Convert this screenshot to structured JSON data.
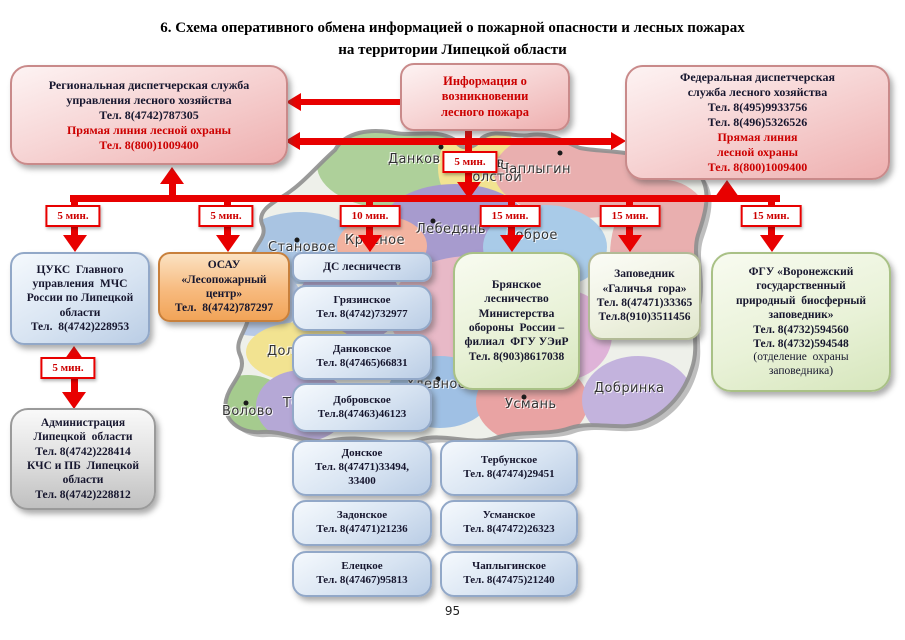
{
  "title": {
    "line1": "6. Схема оперативного обмена информацией о пожарной опасности и лесных пожарах",
    "line2": "на территории Липецкой области"
  },
  "page_number": "95",
  "colors": {
    "arrow_red": "#e80000",
    "timing_text_red": "#cc0000",
    "box_text_dark": "#16162e"
  },
  "nodes": {
    "regional": {
      "black": "Региональная диспетчерская служба\nуправления лесного хозяйства\nТел. 8(4742)787305",
      "red": "Прямая линия лесной охраны\nТел. 8(800)1009400"
    },
    "info": {
      "red": "Информация о\nвозникновении\nлесного пожара"
    },
    "federal": {
      "black": "Федеральная диспетчерская\nслужба лесного хозяйства\nТел. 8(495)9933756\nТел. 8(496)5326526",
      "red": "Прямая линия\nлесной охраны\nТел. 8(800)1009400"
    },
    "cuks": {
      "text": "ЦУКС  Главного\nуправления  МЧС\nРоссии по Липецкой\nобласти\nТел.  8(4742)228953"
    },
    "osau": {
      "text": "ОСАУ\n«Лесопожарный\nцентр»\nТел.  8(4742)787297"
    },
    "ds_header": {
      "text": "ДС лесничеств"
    },
    "bryansk": {
      "text": "Брянское\nлесничество\nМинистерства\nобороны  России –\nфилиал  ФГУ УЭиР\nТел. 8(903)8617038"
    },
    "galichya": {
      "text": "Заповедник\n«Галичья  гора»\nТел. 8(47471)33365\nТел.8(910)3511456"
    },
    "voronezh": {
      "bold": "ФГУ «Воронежский\nгосударственный\nприродный  биосферный\nзаповедник»\nТел. 8(4732)594560\nТел. 8(4732)594548",
      "normal": "(отделение  охраны\nзаповедника)"
    },
    "admin": {
      "text": "Администрация\nЛипецкой  области\nТел. 8(4742)228414\nКЧС и ПБ  Липецкой\nобласти\nТел. 8(4742)228812"
    },
    "forestries_col1": [
      {
        "text": "Грязинское\nТел. 8(4742)732977"
      },
      {
        "text": "Данковское\nТел. 8(47465)66831"
      },
      {
        "text": "Добровское\nТел.8(47463)46123"
      },
      {
        "text": "Донское\nТел. 8(47471)33494,\n33400"
      },
      {
        "text": "Задонское\nТел. 8(47471)21236"
      },
      {
        "text": "Елецкое\nТел. 8(47467)95813"
      }
    ],
    "forestries_col2": [
      {
        "text": "Тербунское\nТел. 8(47474)29451"
      },
      {
        "text": "Усманское\nТел. 8(47472)26323"
      },
      {
        "text": "Чаплыгинское\nТел. 8(47475)21240"
      }
    ]
  },
  "timings": {
    "center": "5 мин.",
    "cuks": "5 мин.",
    "osau": "5 мин.",
    "ds": "10 мин.",
    "bryansk": "15 мин.",
    "galichya": "15 мин.",
    "voronezh": "15 мин.",
    "admin": "5 мин."
  },
  "map": {
    "labels": [
      {
        "text": "Данков"
      },
      {
        "text": "Лев-"
      },
      {
        "text": "Толстой"
      },
      {
        "text": "Чаплыгин"
      },
      {
        "text": "Лебедянь"
      },
      {
        "text": "Доброе"
      },
      {
        "text": "Красное"
      },
      {
        "text": "Становое"
      },
      {
        "text": "Долгоруково"
      },
      {
        "text": "Хлевное"
      },
      {
        "text": "Усмань"
      },
      {
        "text": "Добринка"
      },
      {
        "text": "Волово"
      },
      {
        "text": "Тербуны"
      }
    ]
  }
}
